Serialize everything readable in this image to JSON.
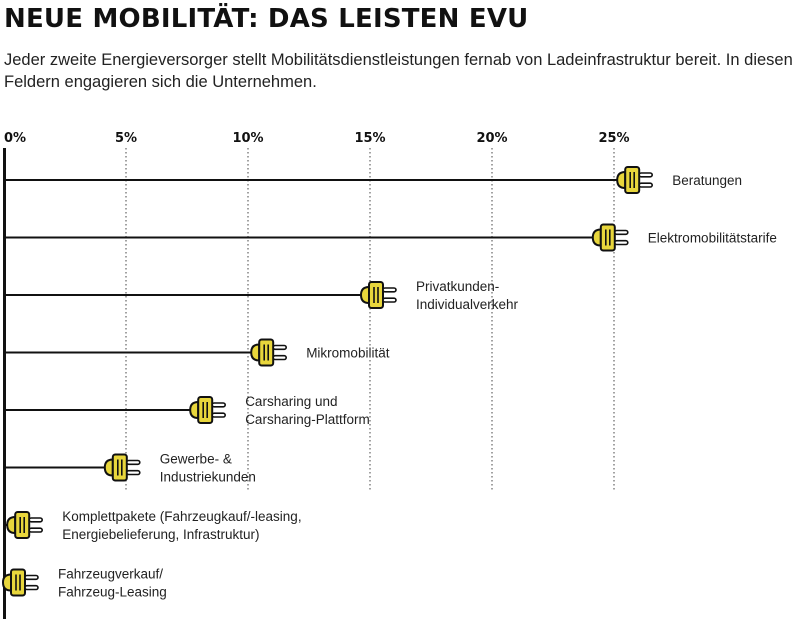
{
  "title": "NEUE MOBILITÄT: DAS LEISTEN EVU",
  "subtitle": "Jeder zweite Energieversorger stellt Mobilitätsdienstleistungen fernab von Ladeinfrastruktur bereit. In diesen Feldern engagieren sich die Unternehmen.",
  "colors": {
    "plug": "#e8d63c",
    "line": "#111111",
    "grid": "#444444"
  },
  "chart_data": {
    "type": "bar",
    "orientation": "horizontal",
    "xlim": [
      0,
      25
    ],
    "x_ticks": [
      0,
      5,
      10,
      15,
      20,
      25
    ],
    "x_tick_labels": [
      "0%",
      "5%",
      "10%",
      "15%",
      "20%",
      "25%"
    ],
    "grid": "vertical dotted",
    "marker": "plug-icon",
    "categories": [
      [
        "Beratungen"
      ],
      [
        "Elektromobilitätstarife"
      ],
      [
        "Privatkunden-",
        "Individualverkehr"
      ],
      [
        "Mikromobilität"
      ],
      [
        "Carsharing und",
        "Carsharing-Plattform"
      ],
      [
        "Gewerbe- &",
        "Industriekunden"
      ],
      [
        "Komplettpakete (Fahrzeugkauf/-leasing,",
        "Energiebelieferung, Infrastruktur)"
      ],
      [
        "Fahrzeugverkauf/",
        "Fahrzeug-Leasing"
      ]
    ],
    "values": [
      25.5,
      24.5,
      15,
      10.5,
      8,
      4.5,
      0.5,
      0
    ]
  }
}
